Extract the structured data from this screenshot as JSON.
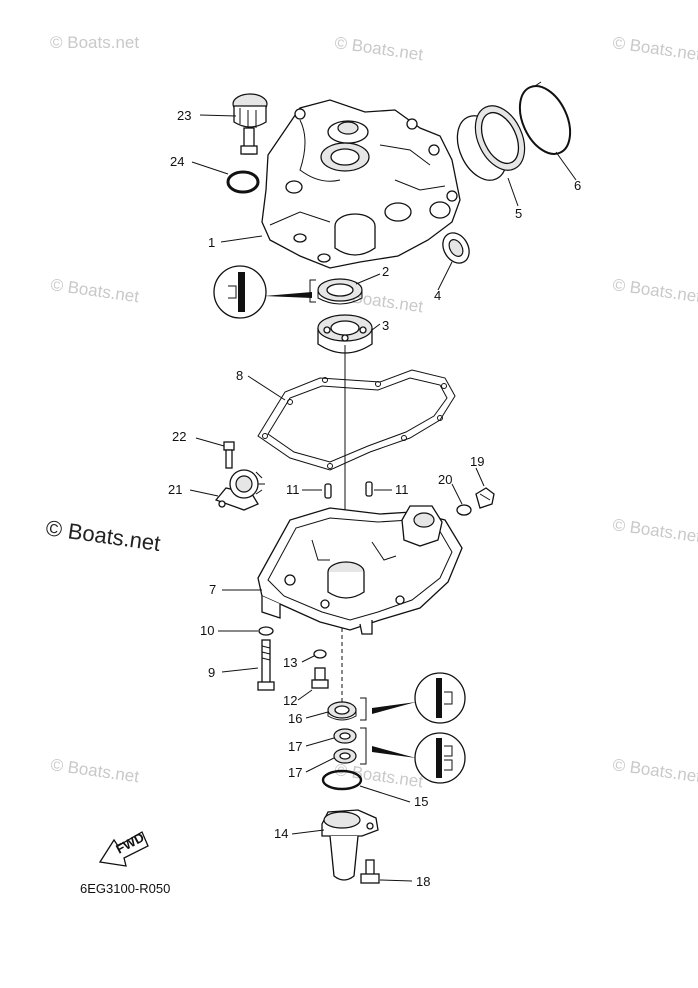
{
  "watermark": "© Boats.net",
  "drawing_code": "6EG3100-R050",
  "fwd_label": "FWD",
  "callouts": {
    "c1": "1",
    "c2": "2",
    "c3": "3",
    "c4": "4",
    "c5": "5",
    "c6": "6",
    "c7": "7",
    "c8": "8",
    "c9": "9",
    "c10": "10",
    "c11a": "11",
    "c11b": "11",
    "c12": "12",
    "c13": "13",
    "c14": "14",
    "c15": "15",
    "c16": "16",
    "c17a": "17",
    "c17b": "17",
    "c18": "18",
    "c19": "19",
    "c20": "20",
    "c21": "21",
    "c22": "22",
    "c23": "23",
    "c24": "24"
  }
}
